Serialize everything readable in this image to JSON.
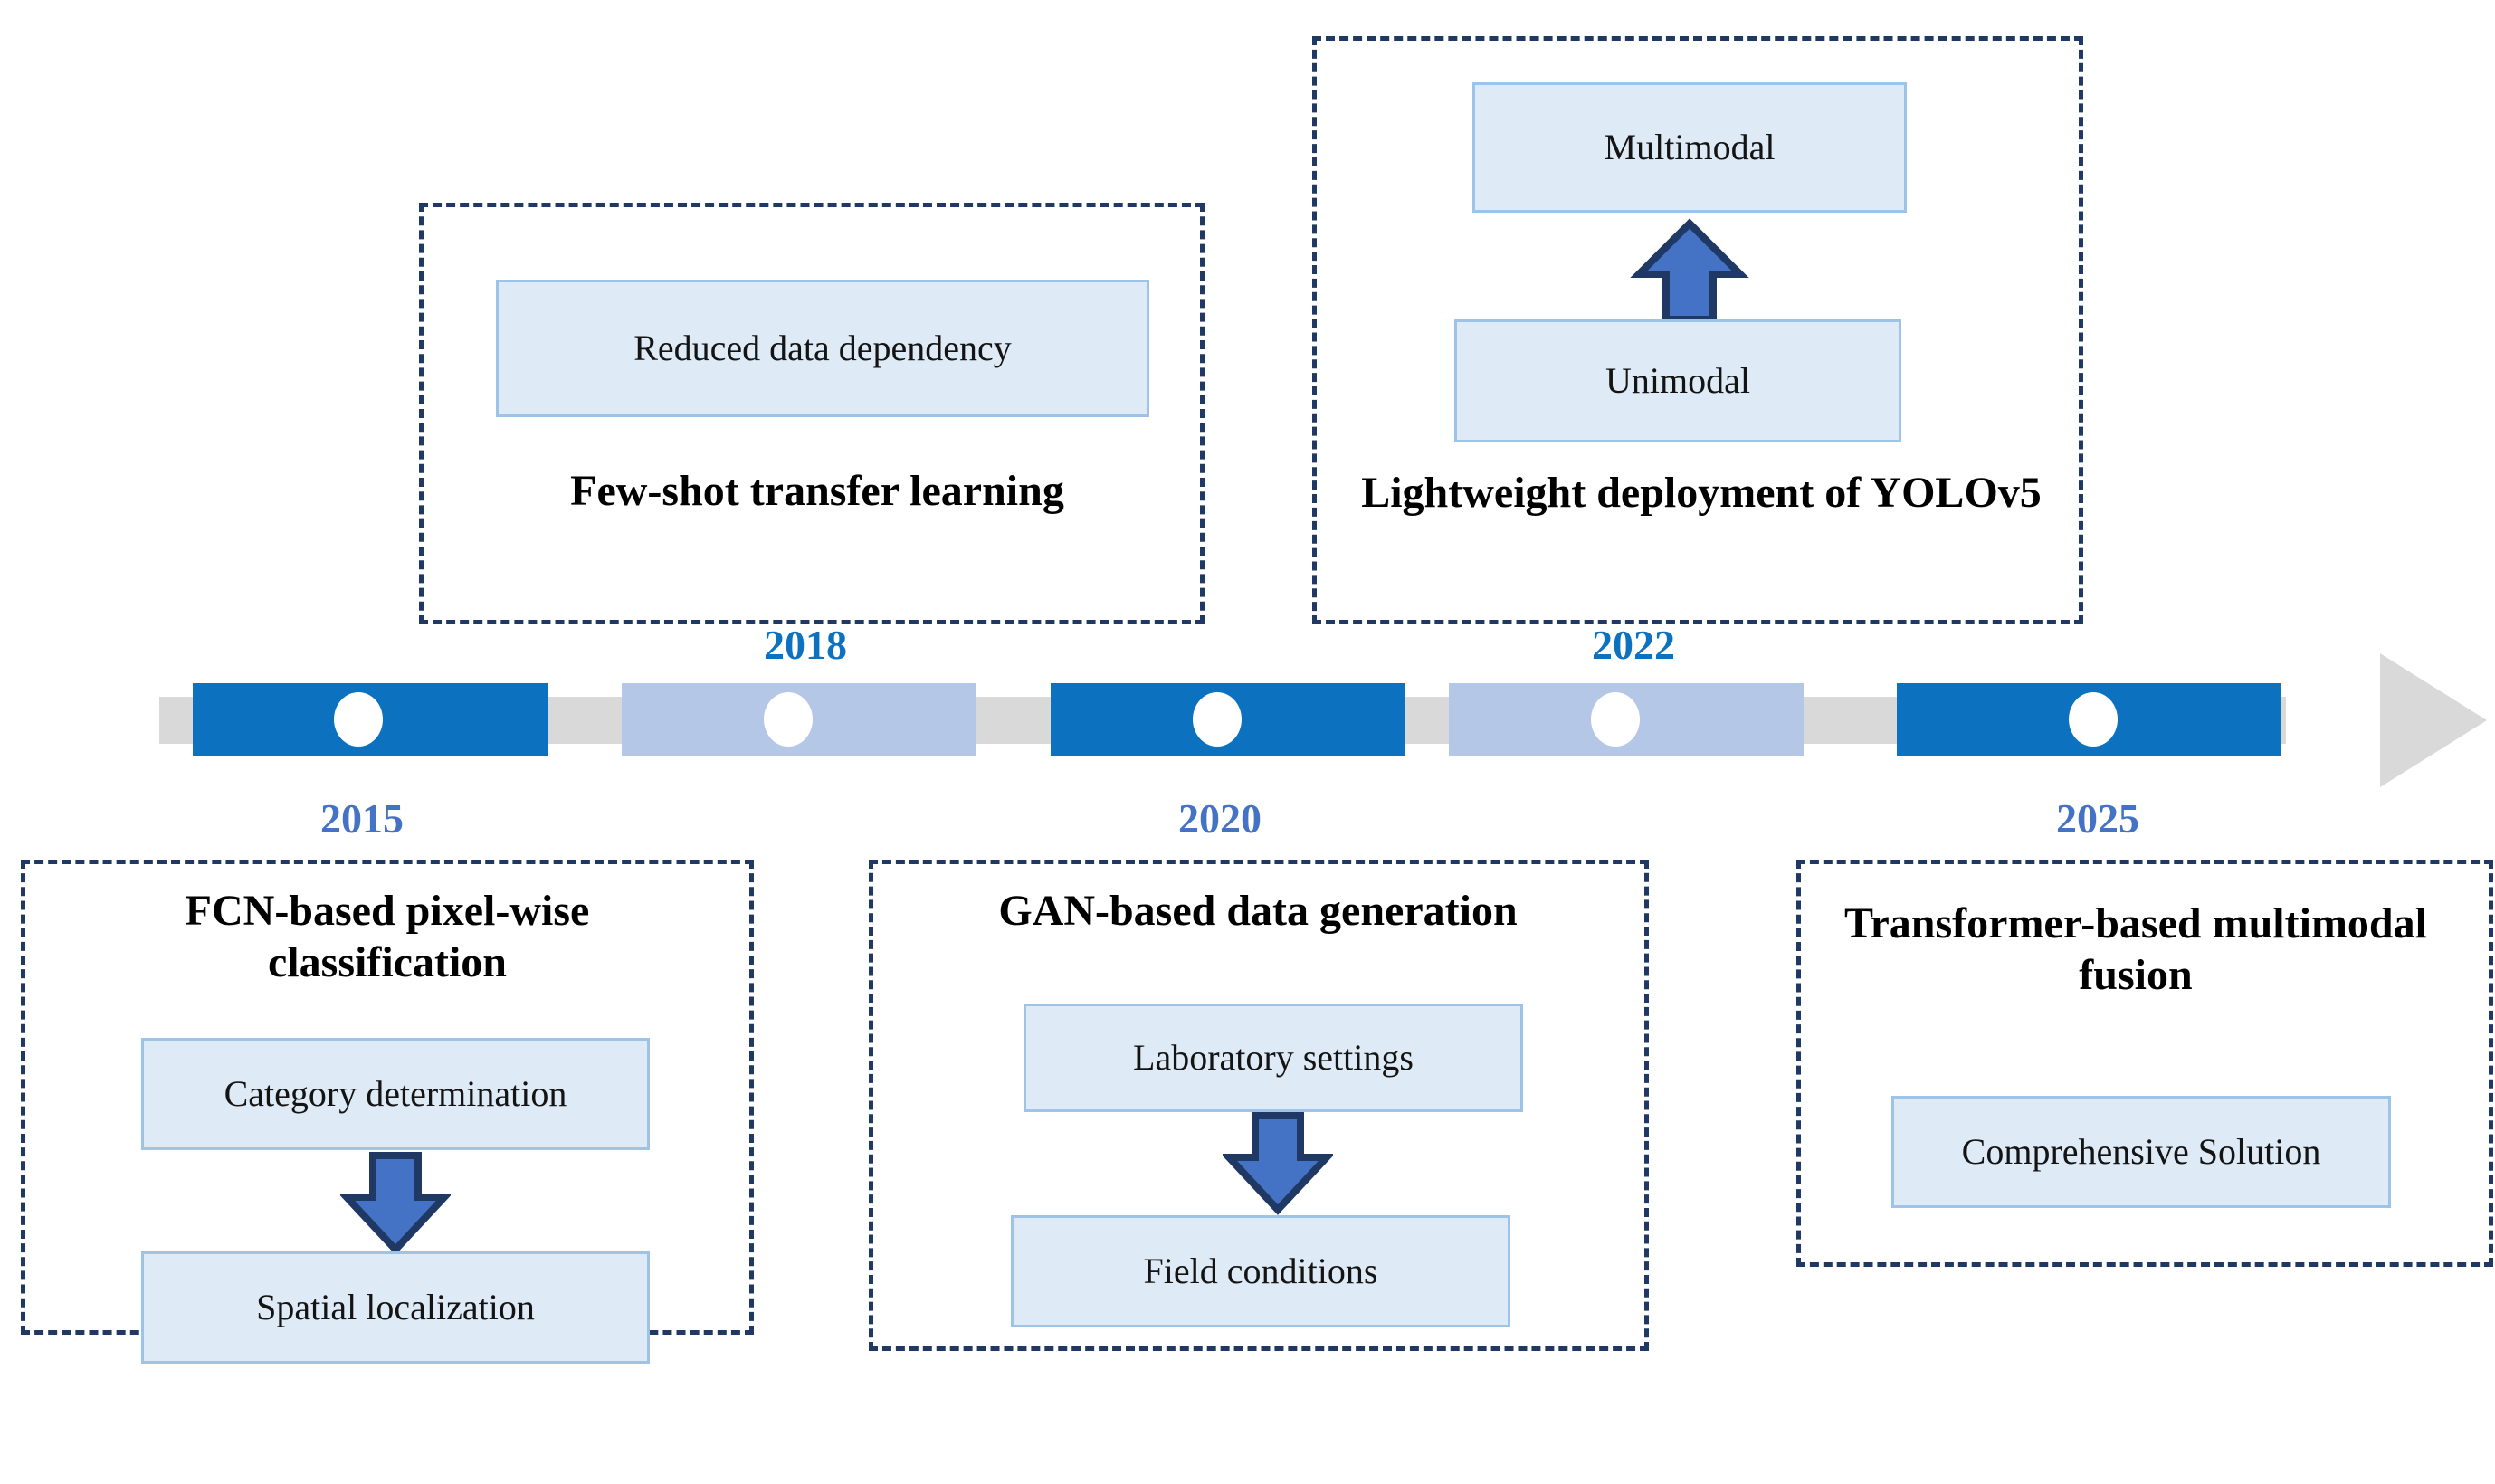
{
  "diagram": {
    "type": "timeline",
    "title": "",
    "years_on_axis": [
      "2015",
      "2018",
      "2020",
      "2022",
      "2025"
    ],
    "colors": {
      "timeline_dark": "#0C72BF",
      "timeline_light": "#B4C7E7",
      "timeline_track": "#D9D9D9",
      "dashed_border": "#1F3864",
      "inner_box_fill": "#DEEAF6",
      "inner_box_border": "#9DC3E6",
      "connector_arrow": "#4472C4",
      "connector_arrow_outline": "#1F3864",
      "year_2015": "#4472C4",
      "year_2018": "#0C72BF",
      "year_2020": "#4472C4",
      "year_2022": "#0C72BF",
      "year_2025": "#4472C4"
    }
  },
  "milestones": {
    "y2015": {
      "year": "2015",
      "title": "FCN-based pixel-wise classification",
      "steps": [
        "Category determination",
        "Spatial localization"
      ],
      "arrow": "down-arrow"
    },
    "y2018": {
      "year": "2018",
      "title": "Few-shot transfer learning",
      "steps": [
        "Reduced data dependency"
      ],
      "arrow": ""
    },
    "y2020": {
      "year": "2020",
      "title": "GAN-based data generation",
      "steps": [
        "Laboratory settings",
        "Field conditions"
      ],
      "arrow": "down-arrow"
    },
    "y2022": {
      "year": "2022",
      "title": "Lightweight deployment of YOLOv5",
      "steps": [
        "Multimodal",
        "Unimodal"
      ],
      "arrow": "up-arrow"
    },
    "y2025": {
      "year": "2025",
      "title": "Transformer-based multimodal fusion",
      "steps": [
        "Comprehensive Solution"
      ],
      "arrow": ""
    }
  }
}
